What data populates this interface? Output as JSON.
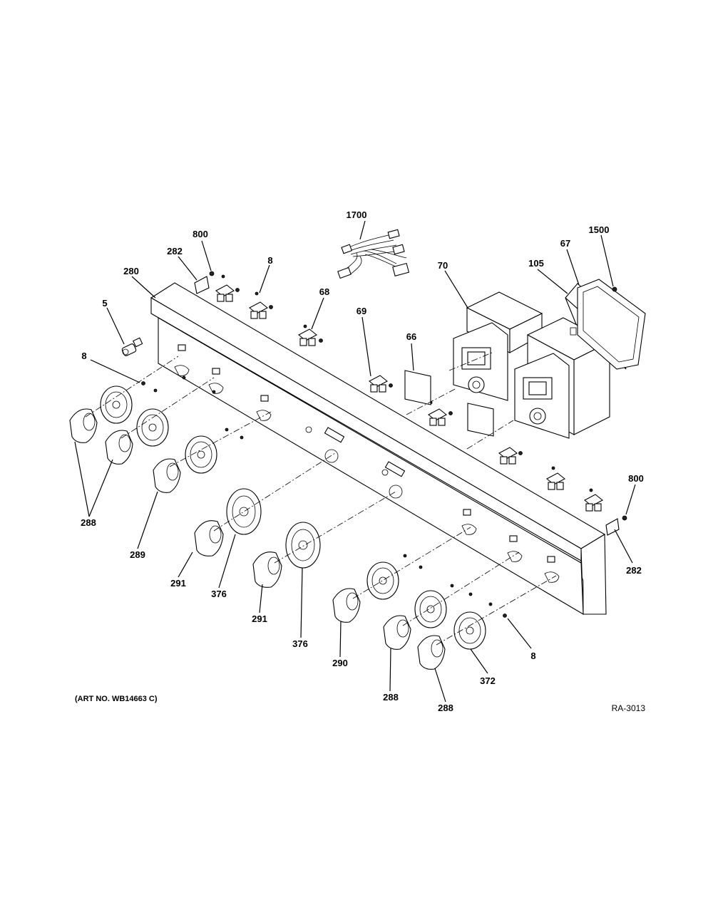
{
  "callouts": [
    {
      "id": "c1700",
      "text": "1700"
    },
    {
      "id": "c1500",
      "text": "1500"
    },
    {
      "id": "c800a",
      "text": "800"
    },
    {
      "id": "c282a",
      "text": "282"
    },
    {
      "id": "c280",
      "text": "280"
    },
    {
      "id": "c8a",
      "text": "8"
    },
    {
      "id": "c68",
      "text": "68"
    },
    {
      "id": "c69",
      "text": "69"
    },
    {
      "id": "c66",
      "text": "66"
    },
    {
      "id": "c70",
      "text": "70"
    },
    {
      "id": "c105",
      "text": "105"
    },
    {
      "id": "c67",
      "text": "67"
    },
    {
      "id": "c5",
      "text": "5"
    },
    {
      "id": "c8b",
      "text": "8"
    },
    {
      "id": "c288a",
      "text": "288"
    },
    {
      "id": "c289",
      "text": "289"
    },
    {
      "id": "c291a",
      "text": "291"
    },
    {
      "id": "c376a",
      "text": "376"
    },
    {
      "id": "c291b",
      "text": "291"
    },
    {
      "id": "c376b",
      "text": "376"
    },
    {
      "id": "c290",
      "text": "290"
    },
    {
      "id": "c288b",
      "text": "288"
    },
    {
      "id": "c288c",
      "text": "288"
    },
    {
      "id": "c372",
      "text": "372"
    },
    {
      "id": "c8c",
      "text": "8"
    },
    {
      "id": "c800b",
      "text": "800"
    },
    {
      "id": "c282b",
      "text": "282"
    }
  ],
  "caption": "(ART NO. WB14663 C)",
  "reference": "RA-3013",
  "colors": {
    "ink": "#000000",
    "paper": "#ffffff"
  }
}
